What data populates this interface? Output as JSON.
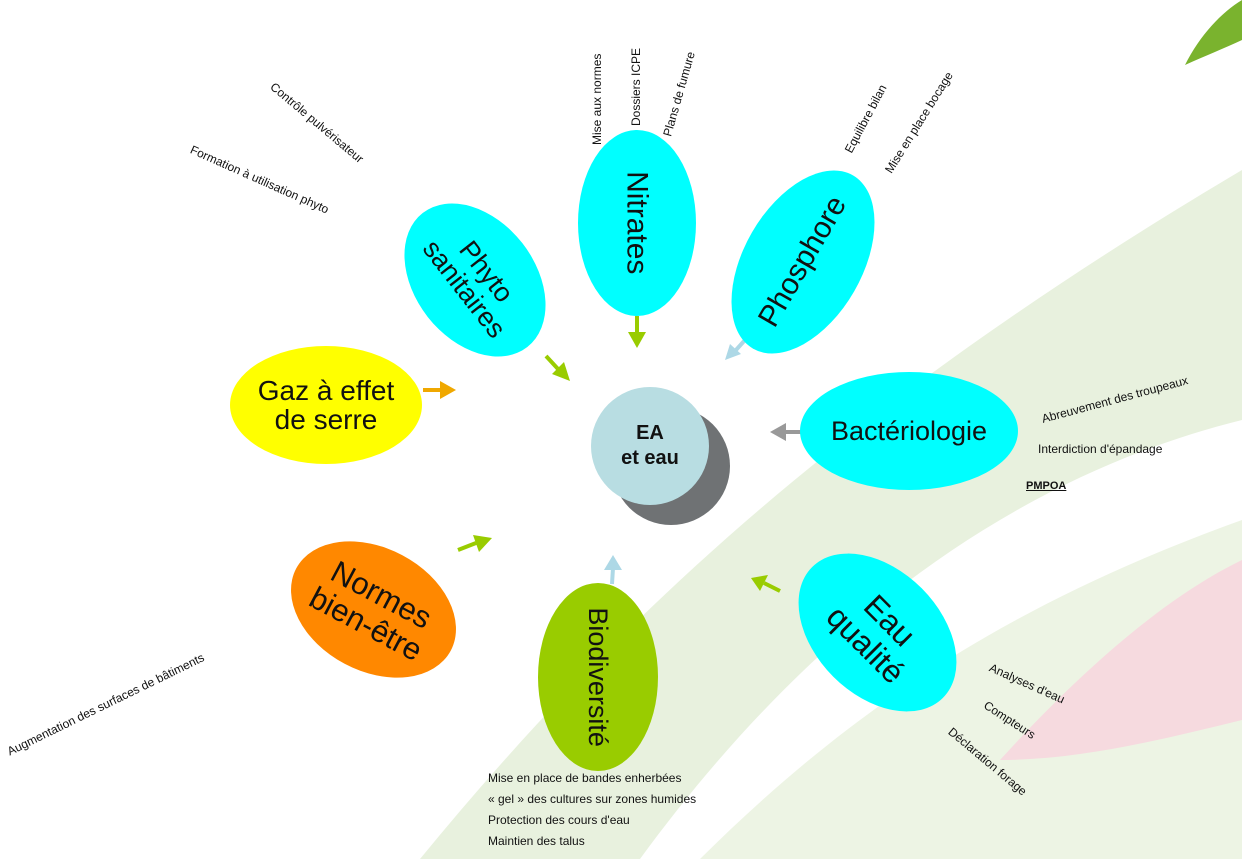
{
  "center": {
    "line1": "EA",
    "line2": "et eau"
  },
  "petals": {
    "nitrates": "Nitrates",
    "phosphore": "Phosphore",
    "phyto": "Phyto\nsanitaires",
    "gaz": "Gaz à effet\nde serre",
    "bacteriologie": "Bactériologie",
    "eau_qualite": "Eau\nqualité",
    "biodiversite": "Biodiversité",
    "normes": "Normes\nbien-être"
  },
  "labels": {
    "nitrates": [
      "Mise aux normes",
      "Dossiers ICPE",
      "Plans de fumure"
    ],
    "phosphore": [
      "Equilibre bilan",
      "Mise en place bocage"
    ],
    "phyto": [
      "Contrôle pulvérisateur",
      "Formation à utilisation phyto"
    ],
    "bacteriologie": [
      "Abreuvement des troupeaux",
      "Interdiction d'épandage",
      "PMPOA"
    ],
    "eau_qualite": [
      "Analyses d'eau",
      "Compteurs",
      "Déclaration forage"
    ],
    "normes": [
      "Augmentation des surfaces de bâtiments"
    ],
    "biodiversite": [
      "Mise en place de bandes enherbées",
      "« gel » des cultures sur zones humides",
      "Protection des cours d'eau",
      "Maintien des talus"
    ]
  },
  "colors": {
    "cyan": "#00ffff",
    "yellow": "#ffff00",
    "orange": "#ff8800",
    "green": "#99cc00",
    "center": "#b8dde2",
    "arrow_green": "#99cc00",
    "arrow_light": "#add8e6",
    "arrow_gray": "#999999",
    "arrow_orange": "#f0a800"
  }
}
